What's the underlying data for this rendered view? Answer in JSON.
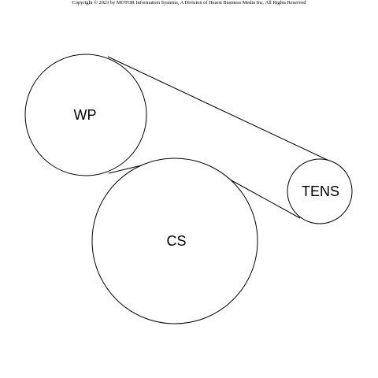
{
  "copyright": "Copyright © 2023 by MOTOR Information Systems, A Division of Hearst Business Media Inc. All Rights Reserved",
  "pulleys": {
    "wp": {
      "label": "WP"
    },
    "cs": {
      "label": "CS"
    },
    "tens": {
      "label": "TENS"
    }
  },
  "colors": {
    "line": "#000000",
    "background": "#ffffff"
  }
}
